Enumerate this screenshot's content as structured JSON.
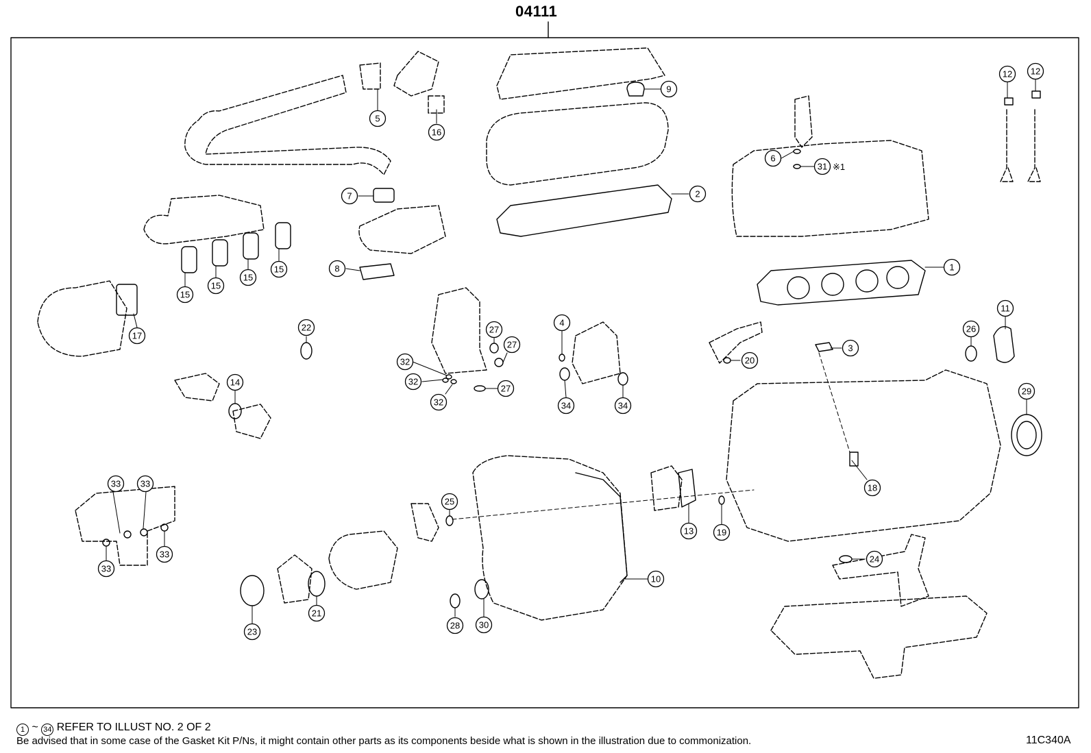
{
  "kit_number": "04111",
  "diagram_code": "11C340A",
  "footnotes": {
    "range_start": "1",
    "range_sep": "~",
    "range_end": "34",
    "refer": "REFER TO ILLUST NO. 2 OF 2",
    "advisory": "Be advised that in some case of the Gasket Kit P/Ns,  it might contain other parts as its components beside what is shown in the illustration due to commonization."
  },
  "callout_31_note": "※1",
  "callouts": [
    {
      "id": "c1",
      "label": "1"
    },
    {
      "id": "c2",
      "label": "2"
    },
    {
      "id": "c3",
      "label": "3"
    },
    {
      "id": "c4",
      "label": "4"
    },
    {
      "id": "c5",
      "label": "5"
    },
    {
      "id": "c6",
      "label": "6"
    },
    {
      "id": "c7",
      "label": "7"
    },
    {
      "id": "c8",
      "label": "8"
    },
    {
      "id": "c9",
      "label": "9"
    },
    {
      "id": "c10",
      "label": "10"
    },
    {
      "id": "c11",
      "label": "11"
    },
    {
      "id": "c12a",
      "label": "12"
    },
    {
      "id": "c12b",
      "label": "12"
    },
    {
      "id": "c13",
      "label": "13"
    },
    {
      "id": "c14",
      "label": "14"
    },
    {
      "id": "c15a",
      "label": "15"
    },
    {
      "id": "c15b",
      "label": "15"
    },
    {
      "id": "c15c",
      "label": "15"
    },
    {
      "id": "c15d",
      "label": "15"
    },
    {
      "id": "c16",
      "label": "16"
    },
    {
      "id": "c17",
      "label": "17"
    },
    {
      "id": "c18",
      "label": "18"
    },
    {
      "id": "c19",
      "label": "19"
    },
    {
      "id": "c20",
      "label": "20"
    },
    {
      "id": "c21",
      "label": "21"
    },
    {
      "id": "c22",
      "label": "22"
    },
    {
      "id": "c23",
      "label": "23"
    },
    {
      "id": "c24",
      "label": "24"
    },
    {
      "id": "c25",
      "label": "25"
    },
    {
      "id": "c26",
      "label": "26"
    },
    {
      "id": "c27a",
      "label": "27"
    },
    {
      "id": "c27b",
      "label": "27"
    },
    {
      "id": "c27c",
      "label": "27"
    },
    {
      "id": "c28",
      "label": "28"
    },
    {
      "id": "c29",
      "label": "29"
    },
    {
      "id": "c30",
      "label": "30"
    },
    {
      "id": "c31",
      "label": "31"
    },
    {
      "id": "c32a",
      "label": "32"
    },
    {
      "id": "c32b",
      "label": "32"
    },
    {
      "id": "c32c",
      "label": "32"
    },
    {
      "id": "c33a",
      "label": "33"
    },
    {
      "id": "c33b",
      "label": "33"
    },
    {
      "id": "c33c",
      "label": "33"
    },
    {
      "id": "c33d",
      "label": "33"
    },
    {
      "id": "c34a",
      "label": "34"
    },
    {
      "id": "c34b",
      "label": "34"
    }
  ]
}
